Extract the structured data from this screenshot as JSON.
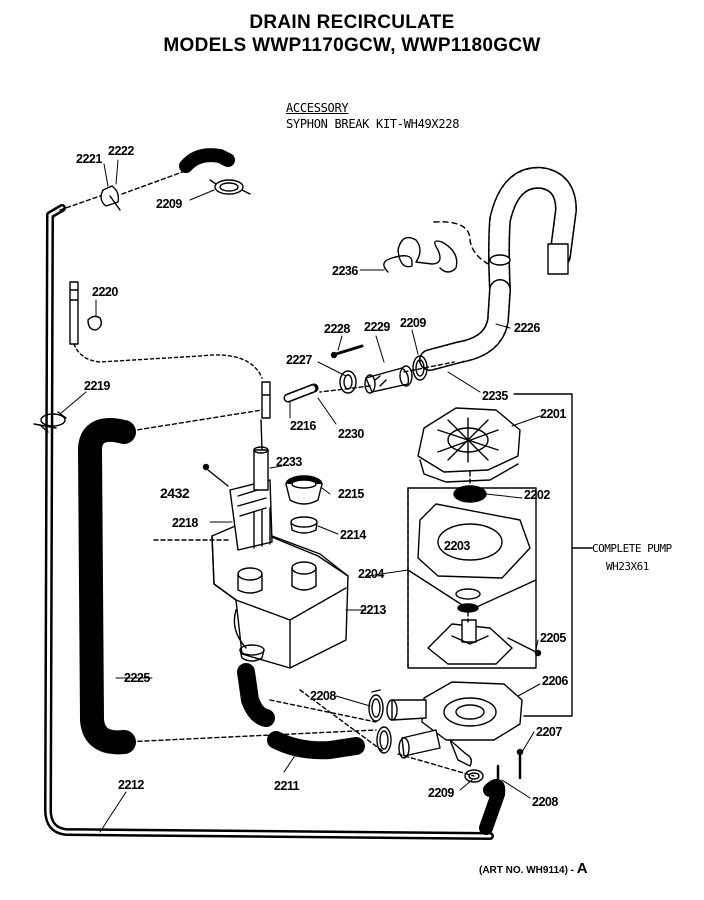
{
  "header": {
    "title_line1": "DRAIN RECIRCULATE",
    "title_line2": "MODELS WWP1170GCW, WWP1180GCW"
  },
  "accessory": {
    "heading": "ACCESSORY",
    "kit": "SYPHON BREAK KIT-WH49X228"
  },
  "complete_pump": {
    "line1": "COMPLETE  PUMP",
    "line2": "WH23X61"
  },
  "art_number": "(ART NO. WH9114) -",
  "art_suffix": "A",
  "parts": {
    "p2221": "2221",
    "p2222": "2222",
    "p2209a": "2209",
    "p2220": "2220",
    "p2219": "2219",
    "p2236": "2236",
    "p2228": "2228",
    "p2229": "2229",
    "p2209b": "2209",
    "p2226": "2226",
    "p2227": "2227",
    "p2235": "2235",
    "p2201": "2201",
    "p2216": "2216",
    "p2230": "2230",
    "p2233": "2233",
    "p2432": "2432",
    "p2215": "2215",
    "p2202": "2202",
    "p2218": "2218",
    "p2214": "2214",
    "p2203": "2203",
    "p2204": "2204",
    "p2213": "2213",
    "p2205": "2205",
    "p2225": "2225",
    "p2206": "2206",
    "p2208a": "2208",
    "p2207": "2207",
    "p2211": "2211",
    "p2212": "2212",
    "p2209c": "2209",
    "p2208b": "2208"
  }
}
